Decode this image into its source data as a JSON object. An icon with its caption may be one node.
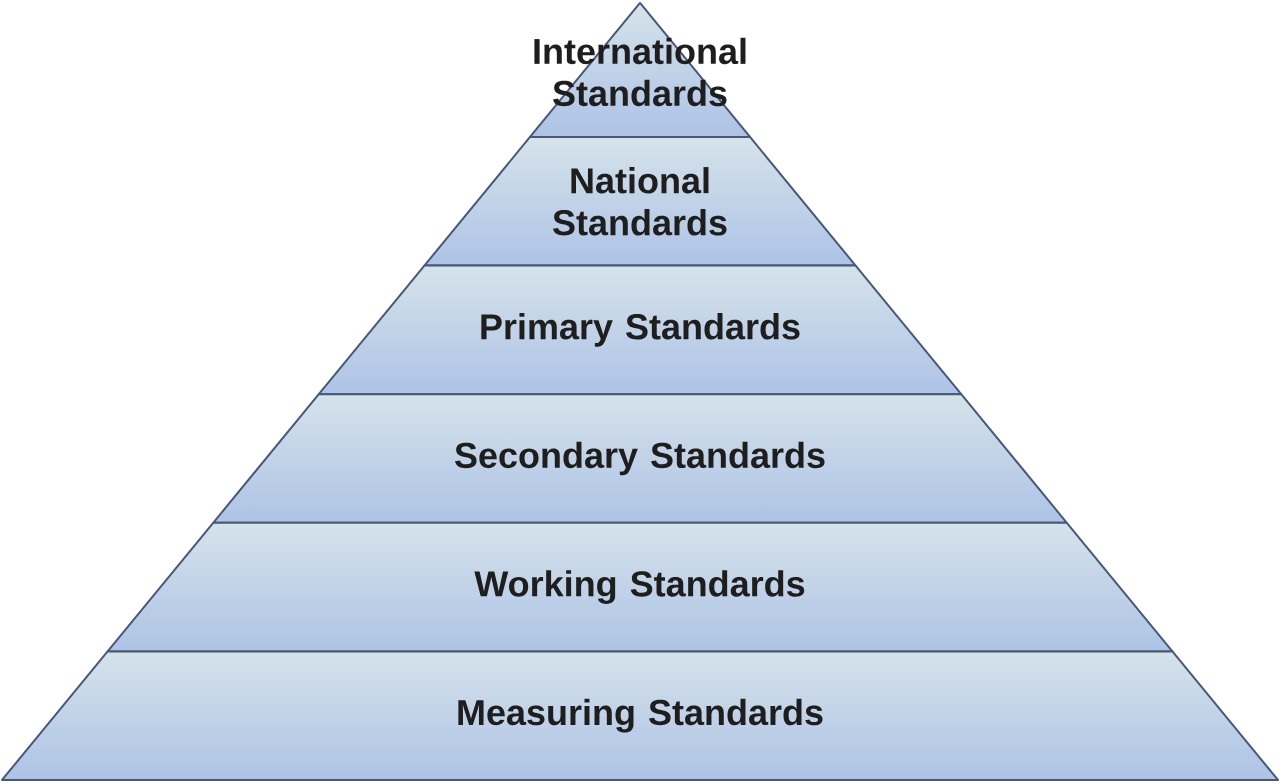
{
  "diagram": {
    "nodes": [
      {
        "text": [
          "International Standards"
        ]
      },
      {
        "text": [
          "National Standards"
        ]
      },
      {
        "text": [
          "Primary Standards"
        ]
      },
      {
        "text": [
          "Secondary Standards"
        ]
      },
      {
        "text": [
          "Working Standards"
        ]
      },
      {
        "text": [
          "Measuring Standards"
        ]
      }
    ]
  }
}
